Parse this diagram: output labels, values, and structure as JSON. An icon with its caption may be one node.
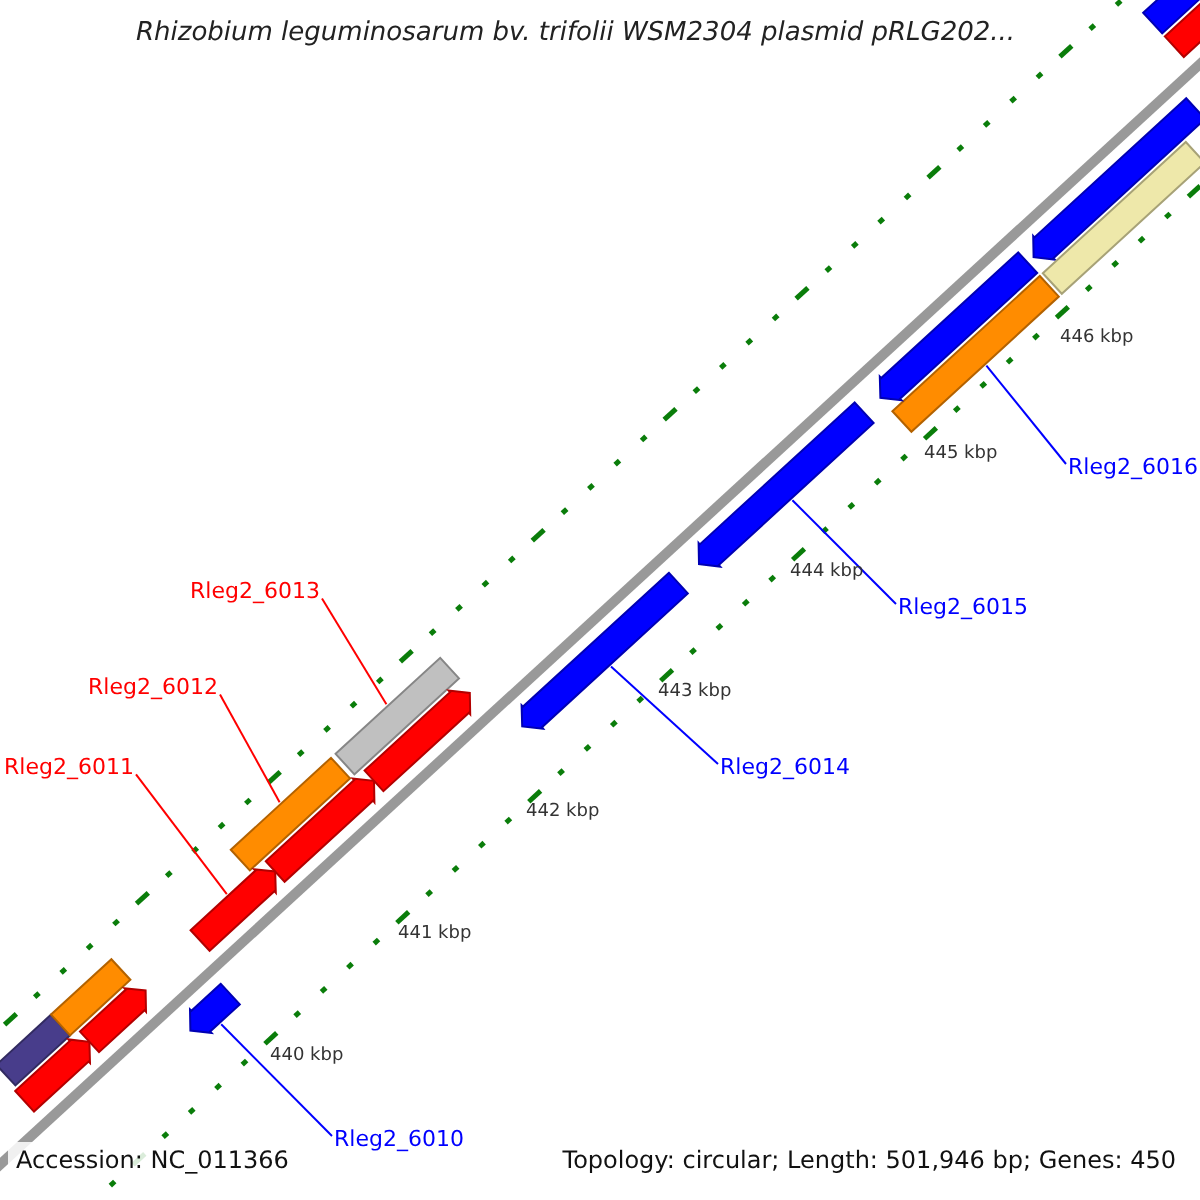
{
  "diagram": {
    "title": "Rhizobium leguminosarum bv. trifolii WSM2304 plasmid pRLG202...",
    "nodes": [
      {
        "text": [
          "Rleg2_6016"
        ]
      },
      {
        "text": [
          "Rleg2_6013"
        ]
      },
      {
        "text": [
          "Rleg2_6015"
        ]
      },
      {
        "text": [
          "Rleg2_6012"
        ]
      },
      {
        "text": [
          "Rleg2_6014"
        ]
      },
      {
        "text": [
          "Rleg2_6011"
        ]
      },
      {
        "text": [
          "Rleg2_6010"
        ]
      },
      {
        "text": [],
        "shape": "bar"
      },
      {
        "text": [],
        "shape": "bar"
      },
      {
        "text": [],
        "shape": "arrow"
      },
      {
        "text": [],
        "shape": "bar"
      },
      {
        "text": [],
        "shape": "arrow"
      },
      {
        "text": [],
        "shape": "arrow"
      },
      {
        "text": [],
        "shape": "arrow"
      },
      {
        "text": [],
        "shape": "bar"
      },
      {
        "text": [],
        "shape": "arrow"
      },
      {
        "text": [],
        "shape": "bar"
      },
      {
        "text": [],
        "shape": "arrow"
      },
      {
        "text": [],
        "shape": "arrow"
      },
      {
        "text": [],
        "shape": "arrow"
      },
      {
        "text": [],
        "shape": "arrow"
      },
      {
        "text": [],
        "shape": "arrow"
      },
      {
        "text": [],
        "shape": "bar"
      },
      {
        "text": [],
        "shape": "arrow"
      },
      {
        "text": [],
        "shape": "arrow"
      }
    ],
    "edges": [
      {
        "from": 0,
        "to": 7,
        "arrow": "none"
      },
      {
        "from": 1,
        "to": 8,
        "arrow": "none",
        "color": "#ff0000"
      },
      {
        "from": 2,
        "to": 9,
        "arrow": "none"
      },
      {
        "from": 3,
        "to": 10,
        "arrow": "none",
        "color": "#ff0000"
      },
      {
        "from": 4,
        "to": 11,
        "arrow": "none"
      },
      {
        "from": 5,
        "to": 12,
        "arrow": "none",
        "color": "#ff0000"
      },
      {
        "from": 6,
        "to": 13,
        "arrow": "none"
      }
    ],
    "labels": [
      "440 kbp",
      "441 kbp",
      "442 kbp",
      "443 kbp",
      "444 kbp",
      "445 kbp",
      "446 kbp",
      "Accession: NC_011366",
      "Topology: circular; Length: 501,946 bp; Genes: 450"
    ]
  }
}
